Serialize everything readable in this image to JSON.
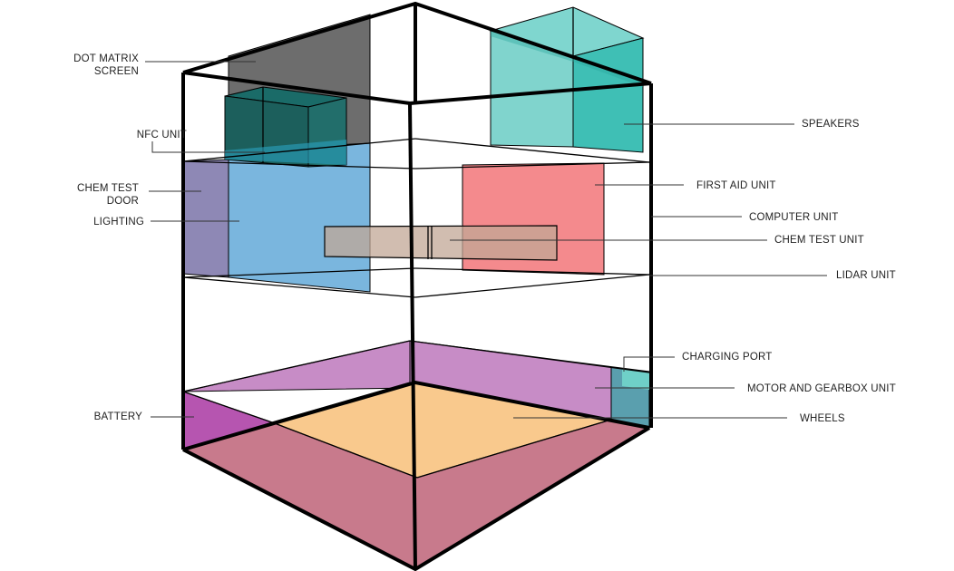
{
  "labels": {
    "dot_matrix_screen": [
      "DOT MATRIX",
      "SCREEN"
    ],
    "nfc_unit": "NFC UNIT",
    "chem_test_door": [
      "CHEM TEST",
      "DOOR"
    ],
    "lighting": "LIGHTING",
    "battery": "BATTERY",
    "speakers": "SPEAKERS",
    "first_aid_unit": "FIRST AID UNIT",
    "computer_unit": "COMPUTER UNIT",
    "chem_test_unit": "CHEM TEST UNIT",
    "lidar_unit": "LIDAR UNIT",
    "charging_port": "CHARGING PORT",
    "motor_and_gearbox_unit": "MOTOR AND GEARBOX UNIT",
    "wheels": "WHEELS"
  },
  "colors": {
    "dot_matrix_screen": "#6d6d6d",
    "nfc_unit": "#1a6b68",
    "chem_test_door": "#8e88b5",
    "lighting": "#7ab6de",
    "speakers": "#4fc6bb",
    "first_aid_unit": "#f48a8d",
    "chem_test_unit": "#c2a796",
    "charging_port": "#6fd0c8",
    "battery": "#b655b0",
    "motor_and_gearbox_unit": "#c78cc6",
    "wheels": "#f9c98d",
    "base": "#c87a8c",
    "frame": "#000000"
  }
}
